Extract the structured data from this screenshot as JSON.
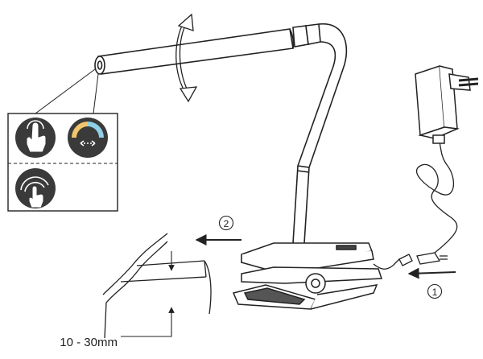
{
  "steps": {
    "step1": "1",
    "step2": "2"
  },
  "clamp": {
    "range_label": "10 - 30mm"
  },
  "controls": [
    {
      "icon": "touch-switch-icon"
    },
    {
      "icon": "color-temperature-icon"
    },
    {
      "icon": "dimming-swipe-icon"
    }
  ],
  "colors": {
    "line": "#222222",
    "button_fill": "#3a3a3a",
    "warm": "#f2c46b",
    "cool": "#8fd0e6"
  }
}
